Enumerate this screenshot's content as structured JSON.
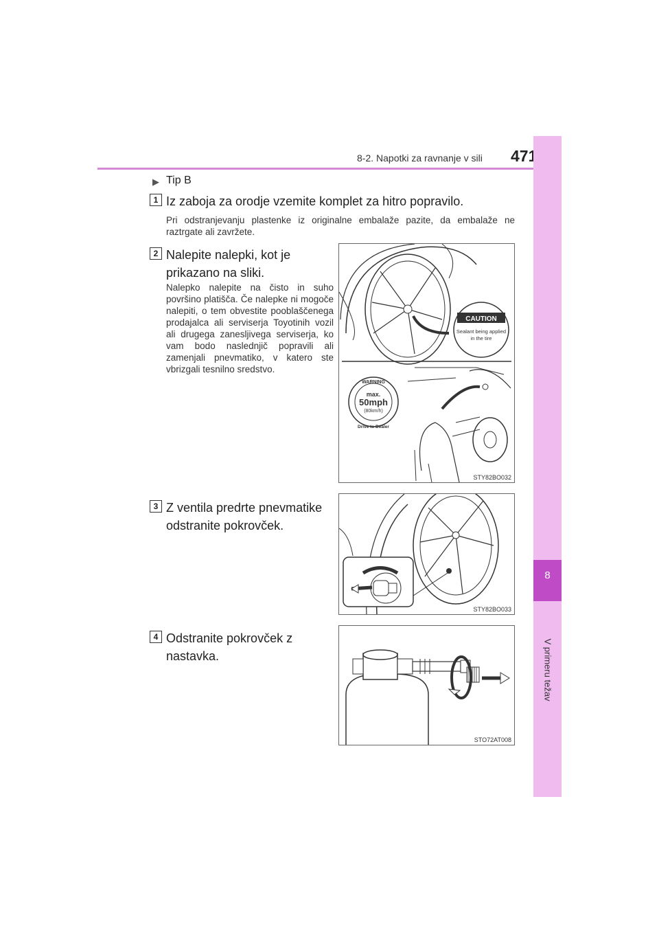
{
  "header": {
    "section": "8-2. Napotki za ravnanje v sili",
    "page_number": "471"
  },
  "sidebar": {
    "chapter_number": "8",
    "chapter_label": "V primeru težav"
  },
  "tip": "Tip B",
  "steps": [
    {
      "number": "1",
      "title": "Iz zaboja za orodje vzemite komplet za hitro popravilo.",
      "note": "Pri odstranjevanju plastenke iz originalne embalaže pazite, da embalaže ne raztrgate ali zavržete."
    },
    {
      "number": "2",
      "title_line1": "Nalepite nalepki, kot je",
      "title_line2": "prikazano na sliki.",
      "note": "Nalepko nalepite na čisto in suho površino platišča. Če nalepke ni mogoče nalepiti, o tem obvestite pooblaščenega prodajalca ali serviserja Toyotinih vozil ali drugega zanesljivega serviserja, ko vam bodo naslednjič popravili ali zamenjali pnevmatiko, v katero ste vbrizgali tesnilno sredstvo.",
      "figure": {
        "code": "STY82BO032",
        "caution_label": "CAUTION",
        "caution_text_1": "Sealant being applied",
        "caution_text_2": "in the tire",
        "warning_label": "WARNING",
        "speed_max": "max.",
        "speed_mph": "50mph",
        "speed_kmh": "(80km/h)",
        "speed_footer": "Drive to Dealer"
      }
    },
    {
      "number": "3",
      "title_line1": "Z ventila predrte pnevmatike",
      "title_line2": "odstranite pokrovček.",
      "figure": {
        "code": "STY82BO033"
      }
    },
    {
      "number": "4",
      "title_line1": "Odstranite pokrovček z",
      "title_line2": "nastavka.",
      "figure": {
        "code": "STO72AT008"
      }
    }
  ]
}
